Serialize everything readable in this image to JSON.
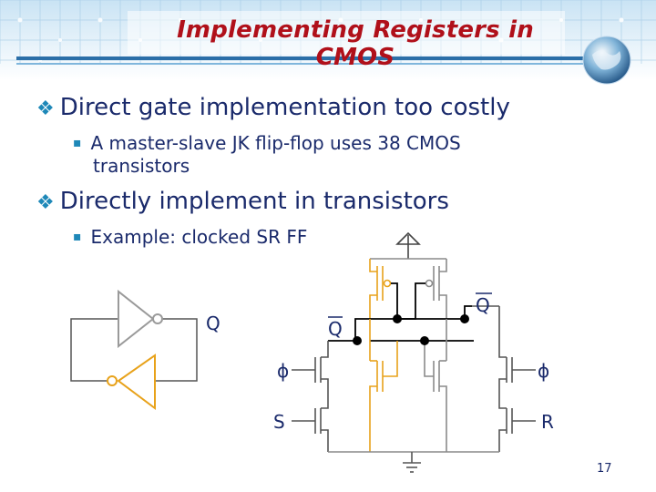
{
  "slide": {
    "title": "Implementing Registers in CMOS",
    "page_number": "17"
  },
  "bullets": [
    {
      "text": "Direct gate implementation too costly",
      "level": 1
    },
    {
      "text": "A master-slave JK flip-flop uses 38 CMOS",
      "level": 2
    },
    {
      "text": "transistors",
      "level": 2,
      "continuation": true
    },
    {
      "text": "Directly implement in transistors",
      "level": 1
    },
    {
      "text": "Example: clocked SR FF",
      "level": 2
    }
  ],
  "circuit": {
    "labels": {
      "q_inverter": "Q",
      "q_bar": "Q",
      "q": "Q",
      "phi_left": "ϕ",
      "phi_right": "ϕ",
      "s": "S",
      "r": "R"
    }
  },
  "colors": {
    "title": "#b0101a",
    "text": "#1a2a6b",
    "bullet": "#1e88b8",
    "highlight": "#e8a21a",
    "wire": "#8a8a8a"
  }
}
